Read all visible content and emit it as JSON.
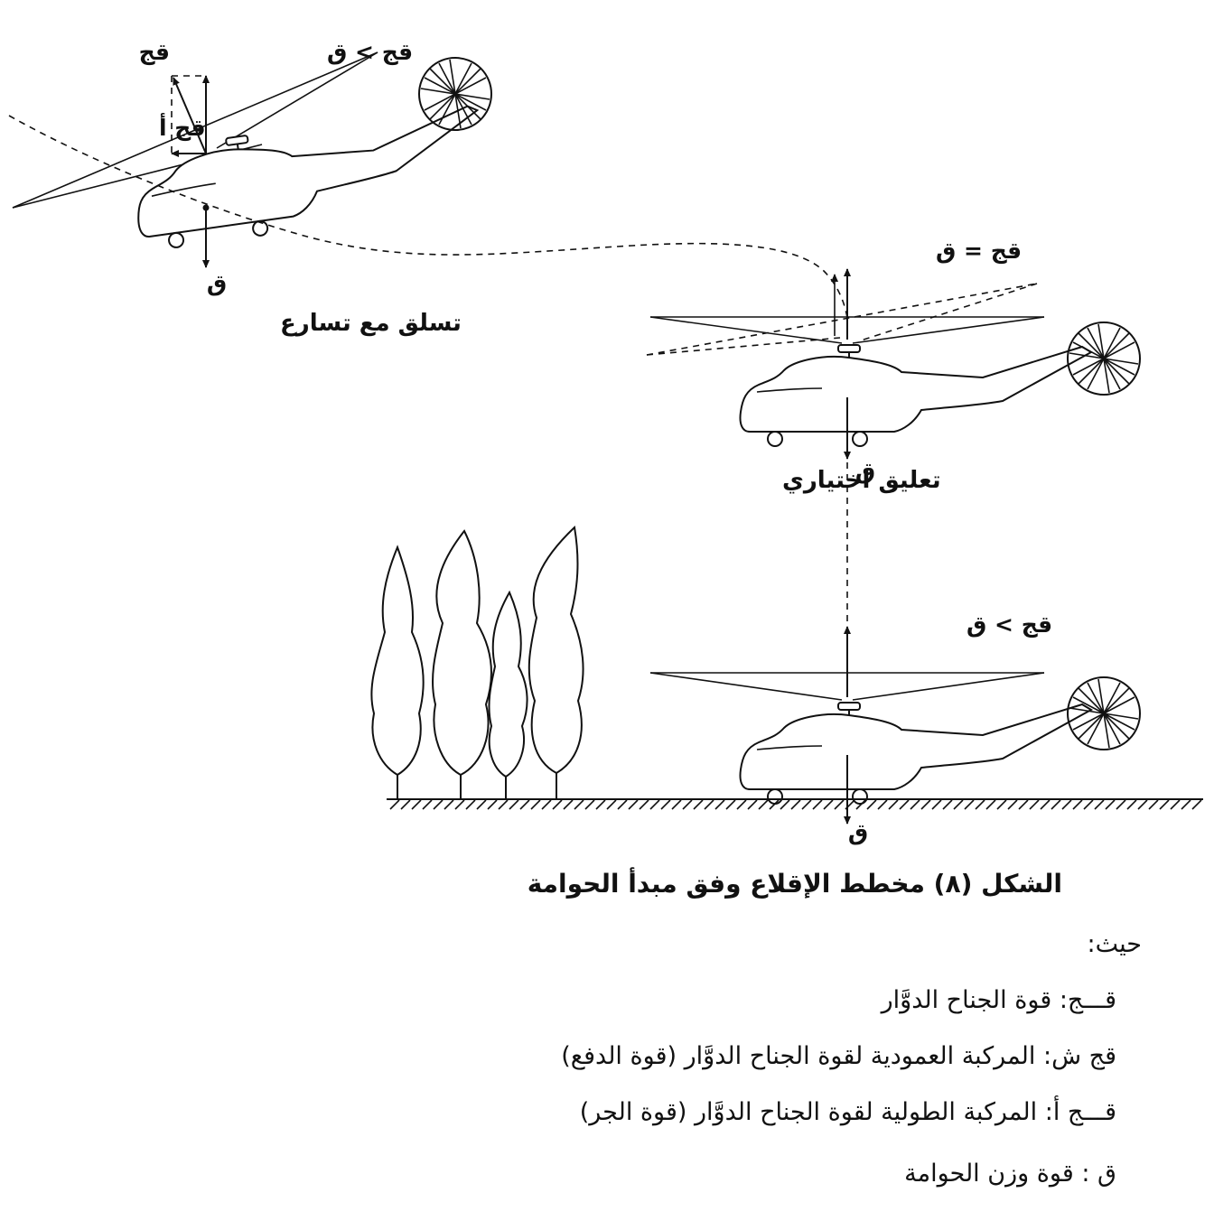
{
  "labels": {
    "climb": {
      "fj": "قج",
      "fj_gt_q": "قج > ق",
      "fj_a": "قج أ",
      "q": "ق",
      "title": "تسلق مع تسارع"
    },
    "hover": {
      "fj_eq_q": "قج = ق",
      "q": "ق",
      "title": "تعليق اختياري"
    },
    "takeoff": {
      "fj_gt_q": "قج > ق",
      "q": "ق"
    }
  },
  "caption": "الشكل (٨) مخطط الإقلاع وفق مبدأ الحوامة",
  "legend": {
    "intro": "حيث:",
    "items": [
      {
        "key": "قـــج:",
        "text": "قوة الجناح الدوَّار"
      },
      {
        "key": "قج ش:",
        "text": "المركبة العمودية لقوة الجناح الدوَّار (قوة الدفع)"
      },
      {
        "key": "قـــج أ:",
        "text": "المركبة الطولية لقوة الجناح الدوَّار (قوة الجر)"
      },
      {
        "key": "ق        :",
        "text": "قوة وزن الحوامة"
      }
    ]
  }
}
